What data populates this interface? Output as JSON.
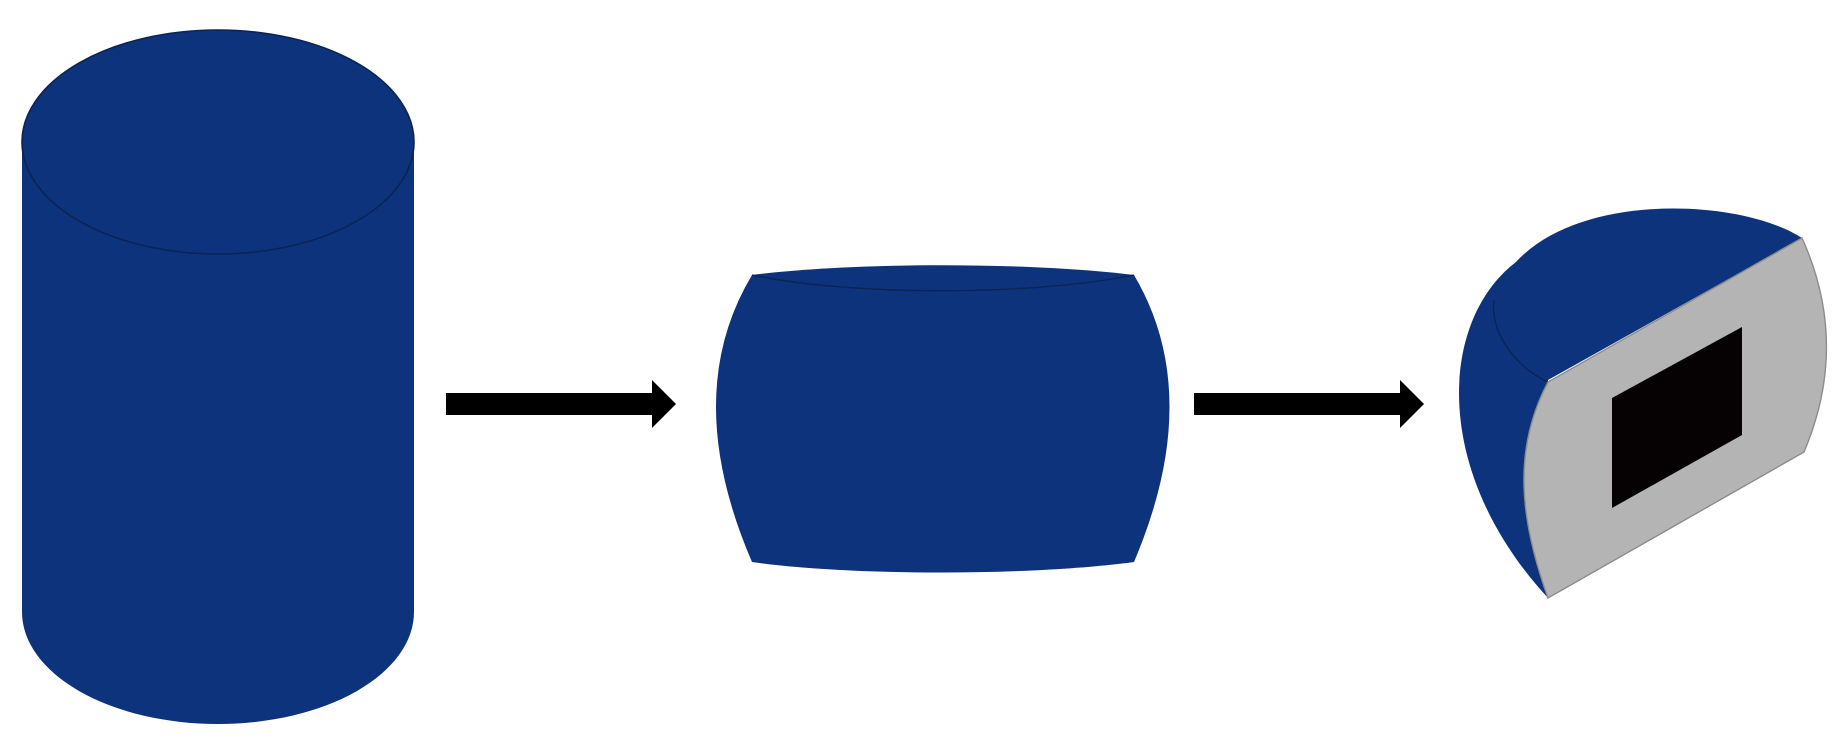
{
  "colors": {
    "body": "#0d337c",
    "edge": "#0a2454",
    "cut_face": "#b4b4b4",
    "cut_edge": "#8c8c8c",
    "cavity": "#060203",
    "arrow": "#000000",
    "background": "#ffffff"
  },
  "stages": [
    {
      "shape": "cylinder-billet",
      "color_key": "body"
    },
    {
      "shape": "barrelled-compressed-cylinder",
      "color_key": "body"
    },
    {
      "shape": "sectioned-specimen-with-cavity",
      "color_key": "body"
    }
  ],
  "arrows": [
    {
      "from": "cylinder-billet",
      "to": "barrelled-compressed-cylinder"
    },
    {
      "from": "barrelled-compressed-cylinder",
      "to": "sectioned-specimen-with-cavity"
    }
  ]
}
